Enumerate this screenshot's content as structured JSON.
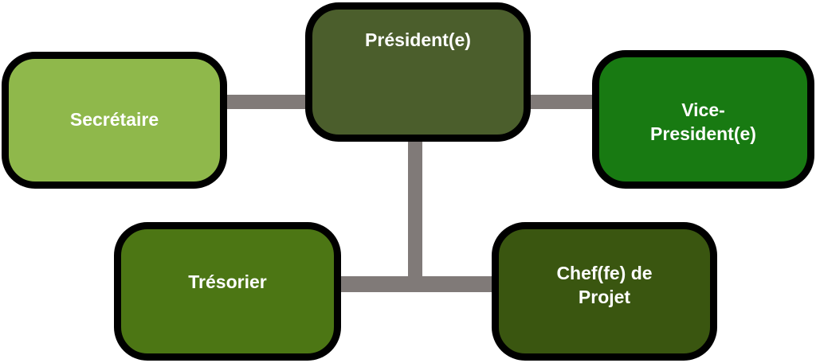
{
  "diagram": {
    "nodes": {
      "president": {
        "label": "Président(e)",
        "color": "#4b5e2c"
      },
      "secretaire": {
        "label": "Secrétaire",
        "color": "#8fb84b"
      },
      "vice_president": {
        "label": "Vice-\nPresident(e)",
        "color": "#187a12"
      },
      "tresorier": {
        "label": "Trésorier",
        "color": "#4c7614"
      },
      "chef_projet": {
        "label": "Chef(fe) de\nProjet",
        "color": "#3a5610"
      }
    },
    "connector_color": "#807a78",
    "border_color": "#000000"
  }
}
